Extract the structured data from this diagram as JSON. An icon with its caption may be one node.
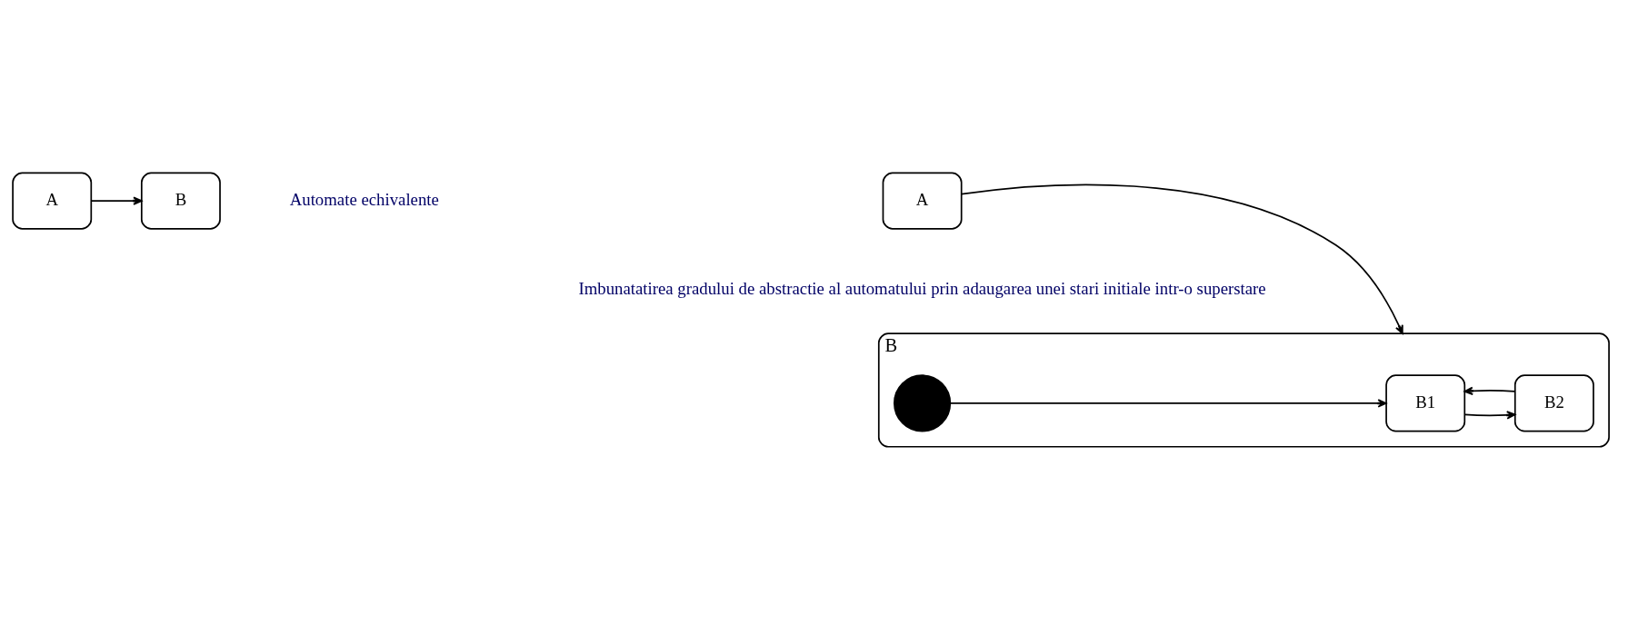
{
  "diagram": {
    "nodes": [
      {
        "text": [
          "A"
        ]
      },
      {
        "text": [
          "B"
        ]
      },
      {
        "text": [
          "A"
        ]
      },
      {
        "text": [
          "B"
        ]
      },
      {
        "text": [],
        "shape": "circle",
        "in": 3
      },
      {
        "text": [
          "B1"
        ],
        "in": 3
      },
      {
        "text": [
          "B2"
        ],
        "in": 3
      }
    ],
    "edges": [
      {
        "from": 0,
        "to": 1,
        "arrow": "to"
      },
      {
        "from": 2,
        "to": 3,
        "arrow": "to"
      },
      {
        "from": 4,
        "to": 5,
        "arrow": "to"
      },
      {
        "from": 5,
        "to": 6,
        "arrow": "to"
      },
      {
        "from": 6,
        "to": 5,
        "arrow": "to"
      }
    ],
    "labels": [
      "Automate echivalente",
      "Imbunatatirea gradului de abstractie al automatului prin adaugarea unei stari initiale intr-o superstare"
    ]
  }
}
